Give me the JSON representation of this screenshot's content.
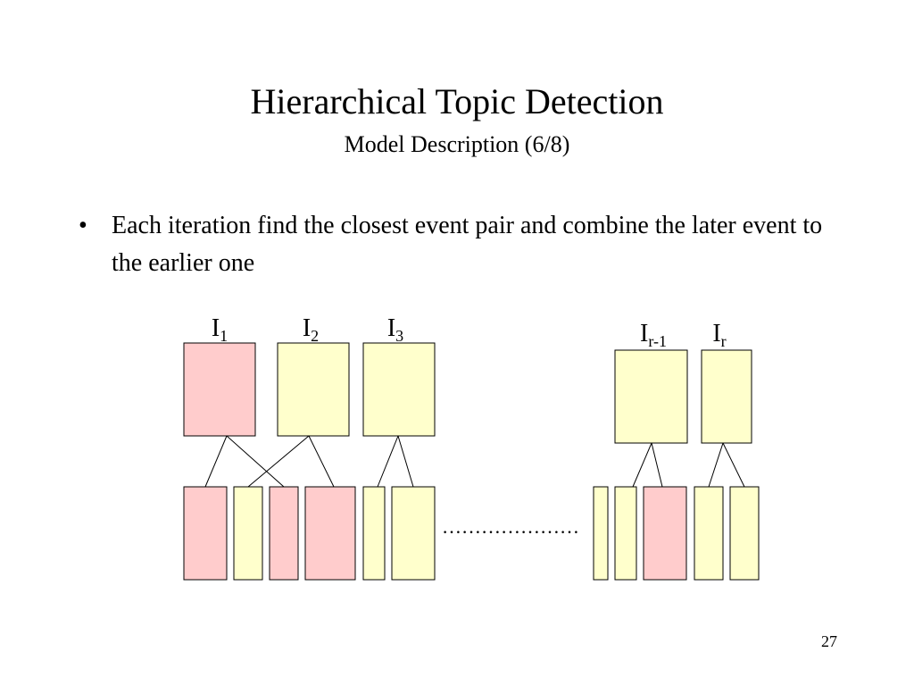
{
  "slide": {
    "title": "Hierarchical Topic Detection",
    "subtitle": "Model Description (6/8)",
    "bullet": "Each iteration find the closest event pair and combine the later event to the earlier one",
    "page_number": "27"
  },
  "diagram": {
    "colors": {
      "pink": "#FFCCCC",
      "yellow": "#FFFFCC",
      "stroke": "#000000"
    },
    "topic_labels": [
      {
        "base": "I",
        "sub": "1"
      },
      {
        "base": "I",
        "sub": "2"
      },
      {
        "base": "I",
        "sub": "3"
      },
      {
        "base": "I",
        "sub": "r-1"
      },
      {
        "base": "I",
        "sub": "r"
      }
    ],
    "topic_colors": [
      "pink",
      "yellow",
      "yellow",
      "yellow",
      "yellow"
    ],
    "event_colors": [
      "pink",
      "yellow",
      "pink",
      "pink",
      "yellow",
      "yellow",
      "yellow",
      "yellow",
      "pink",
      "yellow",
      "yellow"
    ],
    "ellipsis": "…………………"
  }
}
